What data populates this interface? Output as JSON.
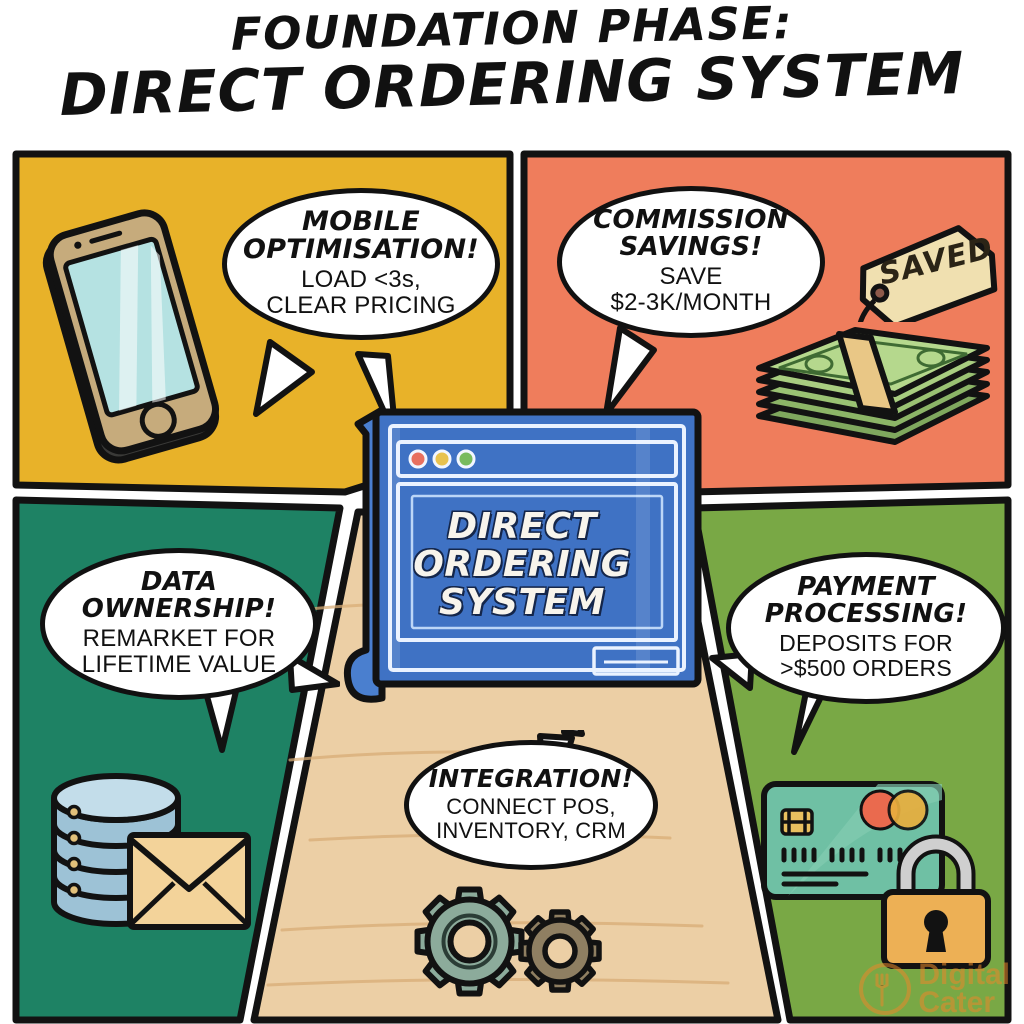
{
  "title": {
    "line1": "FOUNDATION PHASE:",
    "line2": "DIRECT ORDERING SYSTEM"
  },
  "center": {
    "window_title_line1": "DIRECT",
    "window_title_line2": "ORDERING",
    "window_title_line3": "SYSTEM",
    "traffic_lights": [
      "#e8705f",
      "#e8c24f",
      "#78bb5e"
    ],
    "frame_color": "#3f72c4"
  },
  "panels": [
    {
      "id": "top-left",
      "color": "#e8b229",
      "name": "mobile-panel"
    },
    {
      "id": "top-right",
      "color": "#ef7d5c",
      "name": "commission-panel"
    },
    {
      "id": "bottom-left",
      "color": "#1e8264",
      "name": "data-panel"
    },
    {
      "id": "bottom-right",
      "color": "#79a845",
      "name": "payment-panel"
    },
    {
      "id": "bottom-center",
      "color": "#edcfa4",
      "name": "integration-path"
    }
  ],
  "bubbles": [
    {
      "key": "mobile",
      "headline_line1": "MOBILE",
      "headline_line2": "OPTIMISATION!",
      "body_line1": "LOAD <3s,",
      "body_line2": "CLEAR PRICING"
    },
    {
      "key": "commission",
      "headline_line1": "COMMISSION",
      "headline_line2": "SAVINGS!",
      "body_line1": "SAVE",
      "body_line2": "$2-3K/MONTH"
    },
    {
      "key": "data",
      "headline_line1": "DATA",
      "headline_line2": "OWNERSHIP!",
      "body_line1": "REMARKET FOR",
      "body_line2": "LIFETIME VALUE"
    },
    {
      "key": "payment",
      "headline_line1": "PAYMENT",
      "headline_line2": "PROCESSING!",
      "body_line1": "DEPOSITS FOR",
      "body_line2": ">$500 ORDERS"
    },
    {
      "key": "integration",
      "headline_line1": "INTEGRATION!",
      "headline_line2": "",
      "body_line1": "CONNECT POS,",
      "body_line2": "INVENTORY, CRM"
    }
  ],
  "tag": {
    "label": "SAVED"
  },
  "watermark": {
    "line1": "Digital",
    "line2": "Cater",
    "color": "#e8892b"
  },
  "icons": {
    "phone": "smartphone-icon",
    "money": "cash-stack-icon",
    "database": "database-icon",
    "envelope": "envelope-icon",
    "card": "credit-card-icon",
    "lock": "padlock-icon",
    "gear_large": "gear-icon",
    "gear_small": "gear-icon"
  }
}
